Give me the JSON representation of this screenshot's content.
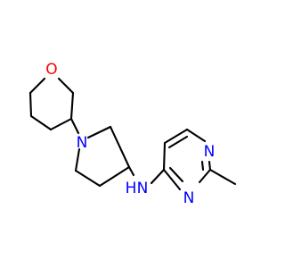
{
  "molecule": {
    "atoms": {
      "oxygen": "O",
      "n_pyrrolidine": "N",
      "n_amine": "N",
      "h_amine": "H",
      "n_pyrimidine_1": "N",
      "n_pyrimidine_3": "N"
    },
    "colors": {
      "bond": "#000000",
      "oxygen": "#ff0000",
      "nitrogen": "#0000ff"
    }
  }
}
